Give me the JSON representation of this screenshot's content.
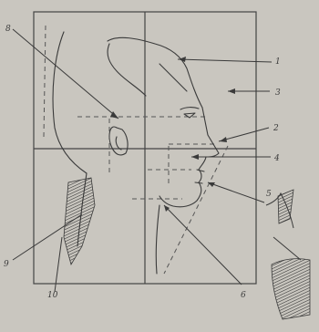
{
  "colors": {
    "paper": "#c9c6bf",
    "ink": "#3a3a3a",
    "frame": "#444444",
    "hatch": "#2e2e2e"
  },
  "labels": {
    "l1": "1",
    "l2": "2",
    "l3": "3",
    "l4": "4",
    "l5": "5",
    "l6": "6",
    "l8": "8",
    "l9": "9",
    "l10": "10"
  }
}
